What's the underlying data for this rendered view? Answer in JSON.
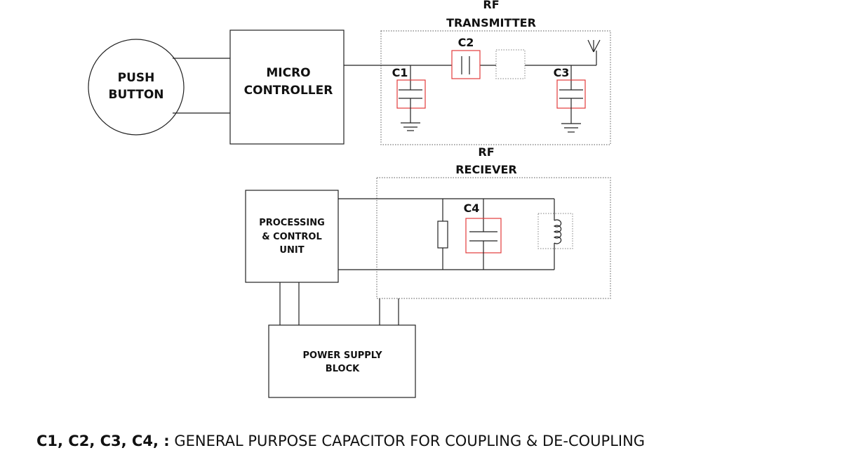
{
  "blocks": {
    "push_button": [
      "PUSH",
      "BUTTON"
    ],
    "micro_controller": [
      "MICRO",
      "CONTROLLER"
    ],
    "rf_transmitter": [
      "RF",
      "TRANSMITTER"
    ],
    "rf_receiver": [
      "RF",
      "RECIEVER"
    ],
    "processing_unit": [
      "PROCESSING",
      "& CONTROL",
      "UNIT"
    ],
    "power_supply": [
      "POWER SUPPLY",
      "BLOCK"
    ]
  },
  "capacitors": {
    "c1": "C1",
    "c2": "C2",
    "c3": "C3",
    "c4": "C4"
  },
  "legend": {
    "term": "C1, C2, C3, C4, :",
    "description": "GENERAL PURPOSE CAPACITOR FOR COUPLING & DE-COUPLING"
  },
  "colors": {
    "line": "#222222",
    "highlight": "#e23b3b",
    "dotted": "#888888"
  }
}
